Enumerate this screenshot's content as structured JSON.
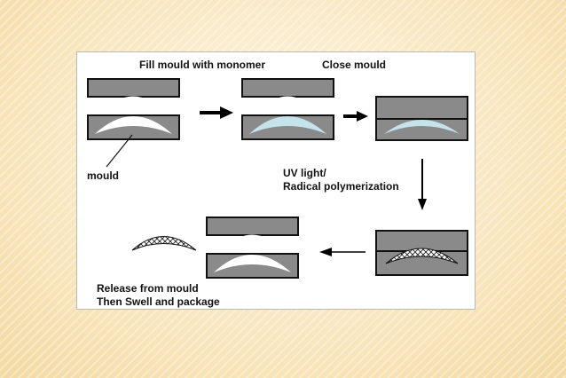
{
  "labels": {
    "fill_mould": "Fill mould with monomer",
    "close_mould": "Close mould",
    "mould": "mould",
    "uv_line1": "UV light/",
    "uv_line2": "Radical polymerization",
    "release_line1": "Release from mould",
    "release_line2": "Then Swell and package"
  },
  "colors": {
    "mould_fill": "#8a8a8a",
    "mould_stroke": "#111111",
    "monomer_fill": "#c5e3ea",
    "lens_white": "#ffffff",
    "arrow": "#000000"
  }
}
